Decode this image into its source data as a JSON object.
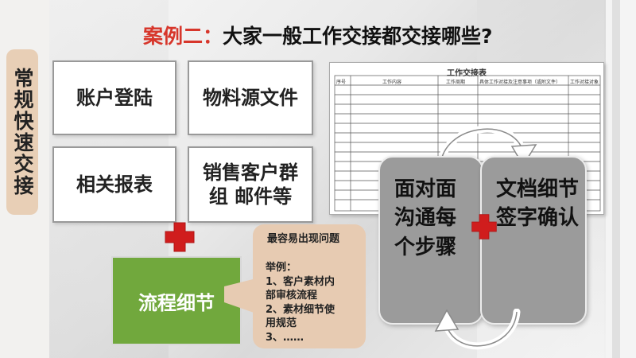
{
  "title": {
    "case_label": "案例二：",
    "question": "大家一般工作交接都交接哪些?"
  },
  "side_label": "常规快速交接",
  "boxes": [
    "账户登陆",
    "物料源文件",
    "相关报表",
    "销售客户群组  邮件等"
  ],
  "process_label": "流程细节",
  "problems": {
    "heading": "最容易出现问题",
    "example_label": "举例：",
    "items": [
      "1、客户素材内",
      "部审核流程",
      "2、素材细节使",
      "用规范",
      "3、……"
    ]
  },
  "table": {
    "title": "工作交接表",
    "headers": [
      "序号",
      "工作内容",
      "工作周期",
      "具体工作对接及注意事项（或附文件）",
      "工作对接对象"
    ]
  },
  "cards": {
    "left": "面对面沟通每个步骤",
    "right": "文档细节签字确认"
  },
  "colors": {
    "accent_red": "#d7362b",
    "process_green": "#71a83d",
    "label_tan": "#e8cfb6",
    "card_gray": "#9b9b9b"
  }
}
